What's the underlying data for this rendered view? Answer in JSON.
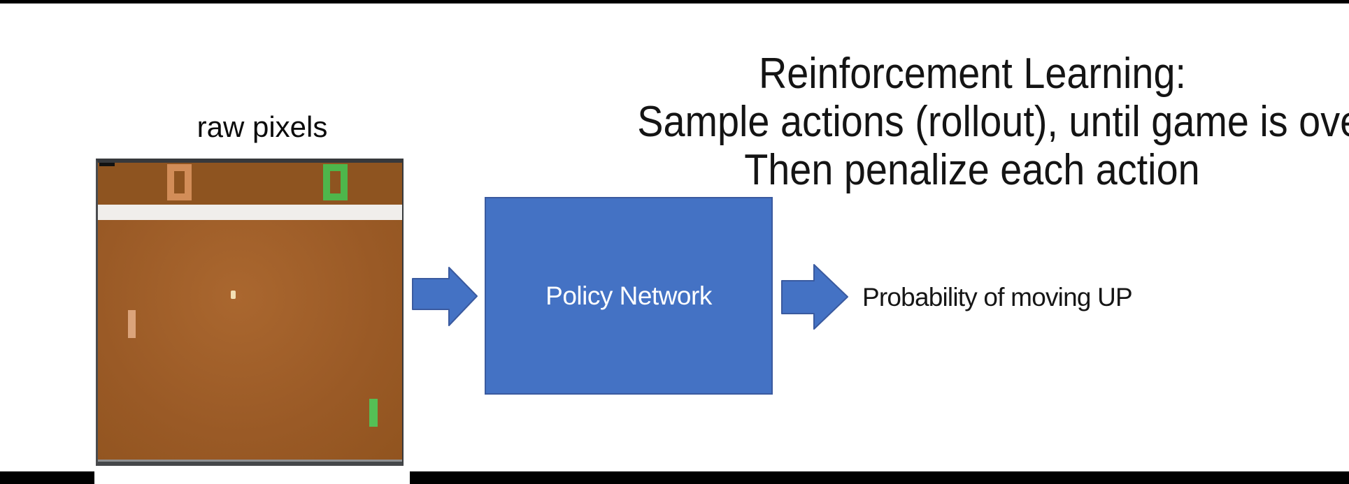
{
  "title": {
    "lines": [
      "Reinforcement Learning:",
      "Sample actions (rollout), until game is over,",
      "Then penalize each action"
    ]
  },
  "labels": {
    "raw_pixels": "raw pixels",
    "policy_network": "Policy Network",
    "probability": "Probability of moving UP"
  },
  "game_screen": {
    "left_score": "0",
    "right_score": "0"
  },
  "colors": {
    "accent_blue": "#4472c4",
    "blue_border": "#3a5a9f",
    "game_brown": "#9a5a26",
    "game_brown_light": "#aa672f",
    "game_brown_dark": "#8e5420",
    "game_brown_dark2": "#91541f",
    "white_band": "#f0eeeb",
    "score_orange": "#d28d58",
    "score_green": "#4eb64b",
    "paddle_orange": "#dba47b",
    "paddle_green": "#55bf55",
    "ball_cream": "#f2dfb4"
  }
}
